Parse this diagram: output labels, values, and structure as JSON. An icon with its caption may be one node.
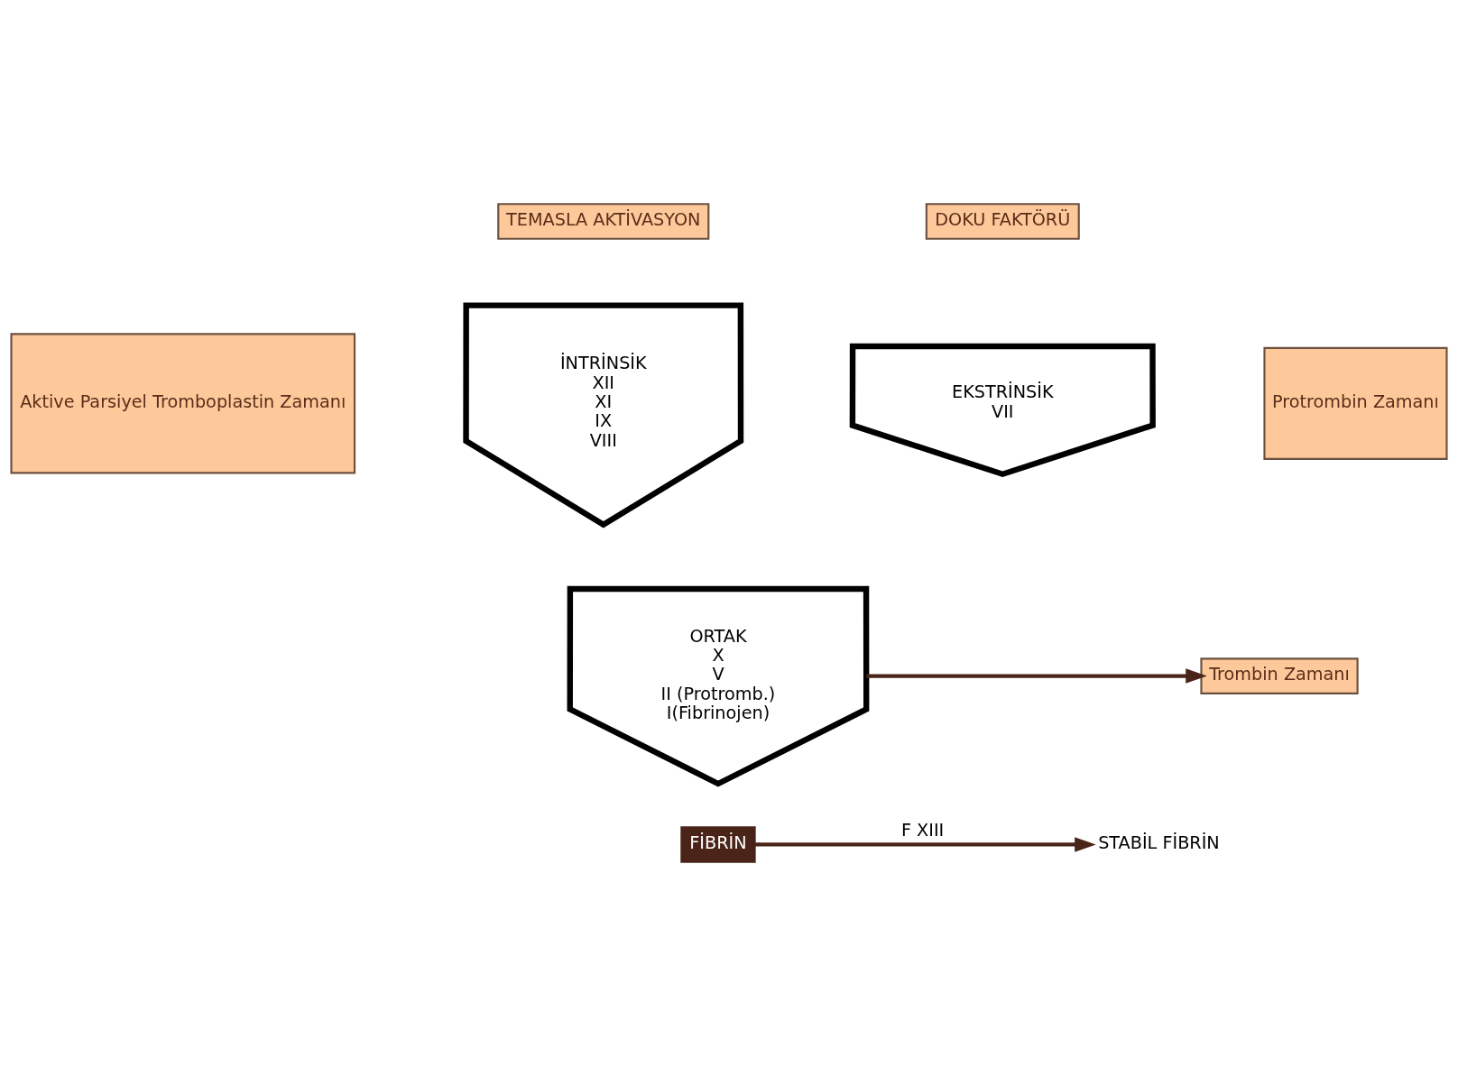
{
  "diagram": {
    "nodes": [
      {
        "text": [
          "TEMASLA AKTİVASYON"
        ]
      },
      {
        "text": [
          "İNTRİNSİK",
          "XII",
          "XI",
          "IX",
          "VIII"
        ]
      },
      {
        "text": [
          "DOKU FAKTÖRÜ"
        ]
      },
      {
        "text": [
          "EKSTRİNSİK",
          "VII"
        ]
      },
      {
        "text": [
          "Aktive Parsiyel Tromboplastin Zamanı"
        ]
      },
      {
        "text": [
          "Protrombin Zamanı"
        ]
      },
      {
        "text": [
          "ORTAK",
          "X",
          "V",
          "II (Protromb.)",
          "I(Fibrinojen)"
        ]
      },
      {
        "text": [
          "Trombin Zamanı"
        ]
      },
      {
        "text": [
          "FİBRİN"
        ]
      },
      {
        "text": [
          "STABİL FİBRİN"
        ]
      }
    ],
    "edges": [
      {
        "from": 6,
        "to": 7,
        "arrow": "to"
      },
      {
        "from": 8,
        "to": 9,
        "label": "F XIII",
        "arrow": "to"
      }
    ]
  }
}
